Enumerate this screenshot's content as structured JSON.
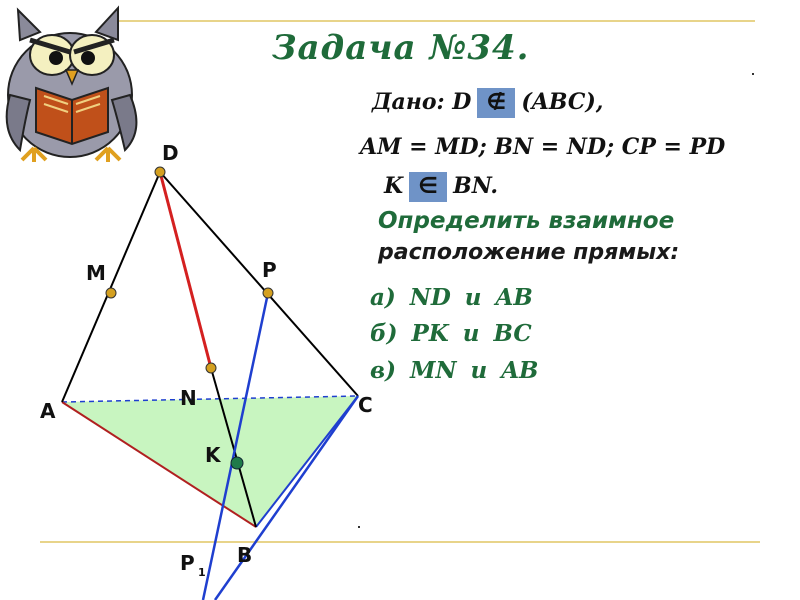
{
  "title": "Задача №34.",
  "given": {
    "line1_prefix": "Дано: D",
    "not_in_symbol": "∉",
    "line1_suffix": "(ABC),",
    "line2": "AM = MD; BN = ND; CP = PD",
    "line3_prefix": "K",
    "in_symbol": "∈",
    "line3_suffix": "BN."
  },
  "task": {
    "line1": "Определить  взаимное",
    "line2": "расположение прямых:"
  },
  "items": [
    "а)  ND  и  AB",
    "б)  PK  и  BC",
    "в)  MN  и  AB"
  ],
  "diagram": {
    "labels": {
      "D": "D",
      "M": "M",
      "P": "P",
      "A": "A",
      "N": "N",
      "C": "C",
      "K": "K",
      "B": "B",
      "P1": "P",
      "P1_sub": "1"
    },
    "colors": {
      "edges": "#000000",
      "dn_segment": "#d42020",
      "ab_segment": "#b02020",
      "blue_lines": "#1f3fcf",
      "base_fill": "#c8f5c0",
      "midpoint": "#d4a020",
      "k_point": "#1f7a4a"
    }
  },
  "owl_icon": "owl-reading-book"
}
